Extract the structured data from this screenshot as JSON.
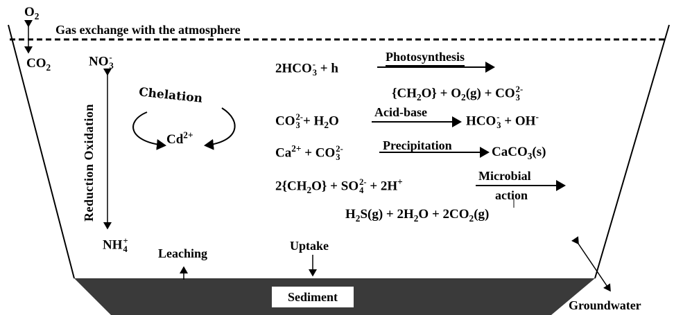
{
  "atmosphere": {
    "o2_main": "O",
    "o2_sub": "2",
    "label": "Gas exchange with the atmosphere",
    "co2_main": "CO",
    "co2_sub": "2"
  },
  "nitrogen": {
    "no3_main": "NO",
    "no3_sup": "-",
    "no3_sub": "3",
    "nh4_main": "NH",
    "nh4_sup": "+",
    "nh4_sub": "4",
    "axis_label": "Reduction Oxidation"
  },
  "cadmium": {
    "chelation": "Chelation",
    "cd_main": "Cd",
    "cd_sup": "2+"
  },
  "reactions": {
    "r1_left_a": "2HCO",
    "r1_left_sup": "-",
    "r1_left_sub": "3",
    "r1_left_b": " + h",
    "r1_arrow": "Photosynthesis",
    "r1_right_a": "{CH",
    "r1_right_sub1": "2",
    "r1_right_b": "O} + O",
    "r1_right_sub2": "2",
    "r1_right_c": "(g) + CO",
    "r1_right_sup": "2-",
    "r1_right_sub3": "3",
    "r2_left_a": "CO",
    "r2_left_sup": "2-",
    "r2_left_sub": "3",
    "r2_left_b": "+ H",
    "r2_left_sub2": "2",
    "r2_left_c": "O",
    "r2_arrow": "Acid-base",
    "r2_right_a": "HCO",
    "r2_right_sup": "-",
    "r2_right_sub": "3",
    "r2_right_b": " + OH",
    "r2_right_sup2": "-",
    "r3_left_a": "Ca",
    "r3_left_sup": "2+",
    "r3_left_b": " + CO",
    "r3_left_sup2": "2-",
    "r3_left_sub2": "3",
    "r3_arrow": "Precipitation",
    "r3_right_a": "CaCO",
    "r3_right_sub": "3",
    "r3_right_b": "(s)",
    "r4_left_a": "2{CH",
    "r4_left_sub": "2",
    "r4_left_b": "O} + SO",
    "r4_left_sup": "2-",
    "r4_left_sub2": "4",
    "r4_left_c": " + 2H",
    "r4_left_sup3": "+",
    "r4_arrow_top": "Microbial",
    "r4_arrow_bot": "action",
    "r4_right_a": "H",
    "r4_right_sub": "2",
    "r4_right_b": "S(g) + 2H",
    "r4_right_sub2": "2",
    "r4_right_c": "O + 2CO",
    "r4_right_sub3": "2",
    "r4_right_d": "(g)"
  },
  "processes": {
    "leaching": "Leaching",
    "uptake": "Uptake",
    "sediment": "Sediment",
    "groundwater": "Groundwater"
  }
}
